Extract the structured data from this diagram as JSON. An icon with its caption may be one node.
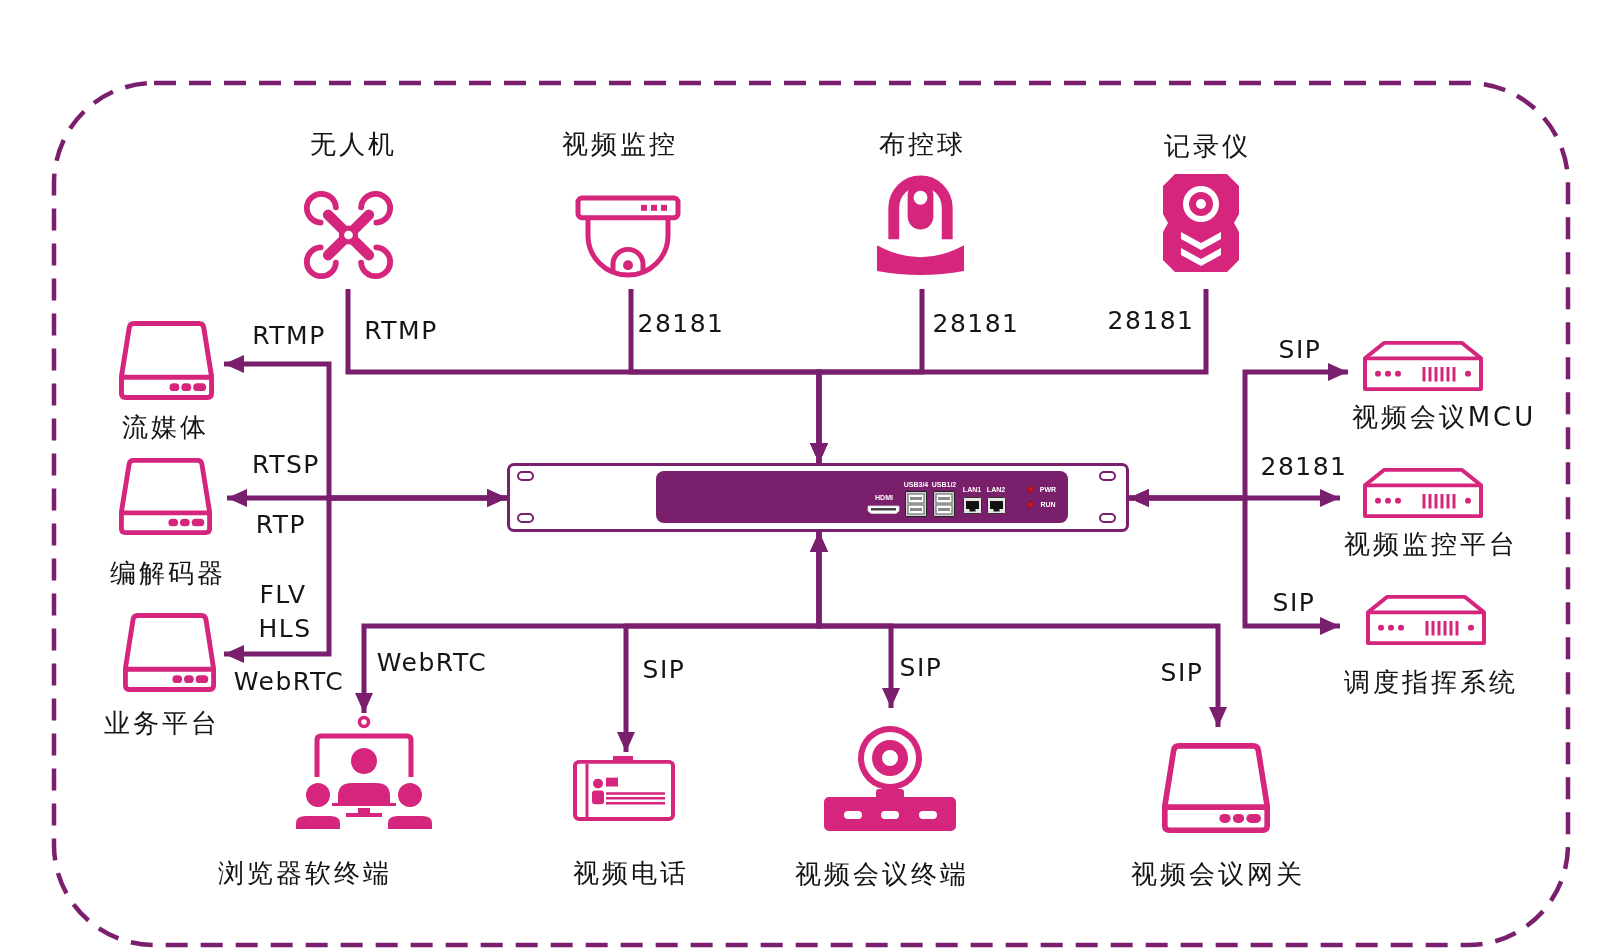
{
  "diagram": {
    "nodes": [
      {
        "text": [
          "无人机"
        ]
      },
      {
        "text": [
          "视频监控"
        ]
      },
      {
        "text": [
          "布控球"
        ]
      },
      {
        "text": [
          "记录仪"
        ]
      },
      {
        "text": [
          "流媒体"
        ]
      },
      {
        "text": [
          "视频会议MCU"
        ]
      },
      {
        "text": [
          "编解码器"
        ]
      },
      {
        "text": [
          "HDMI",
          "USB3/4",
          "USB1/2",
          "LAN1",
          "LAN2",
          "PWR",
          "RUN"
        ]
      },
      {
        "text": [
          "视频监控平台"
        ]
      },
      {
        "text": [
          "业务平台"
        ]
      },
      {
        "text": [
          "调度指挥系统"
        ]
      },
      {
        "text": [
          "浏览器软终端"
        ]
      },
      {
        "text": [
          "视频电话"
        ]
      },
      {
        "text": [
          "视频会议终端"
        ]
      },
      {
        "text": [
          "视频会议网关"
        ]
      }
    ],
    "edges": [
      {
        "from": 0,
        "to": 7,
        "arrow": "to",
        "label": "RTMP"
      },
      {
        "from": 1,
        "to": 7,
        "arrow": "to",
        "label": "28181"
      },
      {
        "from": 2,
        "to": 7,
        "arrow": "to",
        "label": "28181"
      },
      {
        "from": 3,
        "to": 7,
        "arrow": "to",
        "label": "28181"
      },
      {
        "from": 7,
        "to": 4,
        "arrow": "both",
        "label": "RTMP"
      },
      {
        "from": 7,
        "to": 6,
        "arrow": "both",
        "label": "RTSP"
      },
      {
        "from": 7,
        "to": 9,
        "arrow": "both",
        "label": "WebRTC"
      },
      {
        "from": 7,
        "to": 5,
        "arrow": "both",
        "label": "SIP"
      },
      {
        "from": 7,
        "to": 8,
        "arrow": "both",
        "label": "28181"
      },
      {
        "from": 7,
        "to": 10,
        "arrow": "both",
        "label": "SIP"
      },
      {
        "from": 7,
        "to": 11,
        "arrow": "both",
        "label": "WebRTC"
      },
      {
        "from": 7,
        "to": 12,
        "arrow": "both",
        "label": "SIP"
      },
      {
        "from": 7,
        "to": 13,
        "arrow": "both",
        "label": "SIP"
      },
      {
        "from": 7,
        "to": 14,
        "arrow": "both",
        "label": "SIP"
      }
    ],
    "labels": [
      "RTP",
      "FLV",
      "HLS"
    ]
  }
}
